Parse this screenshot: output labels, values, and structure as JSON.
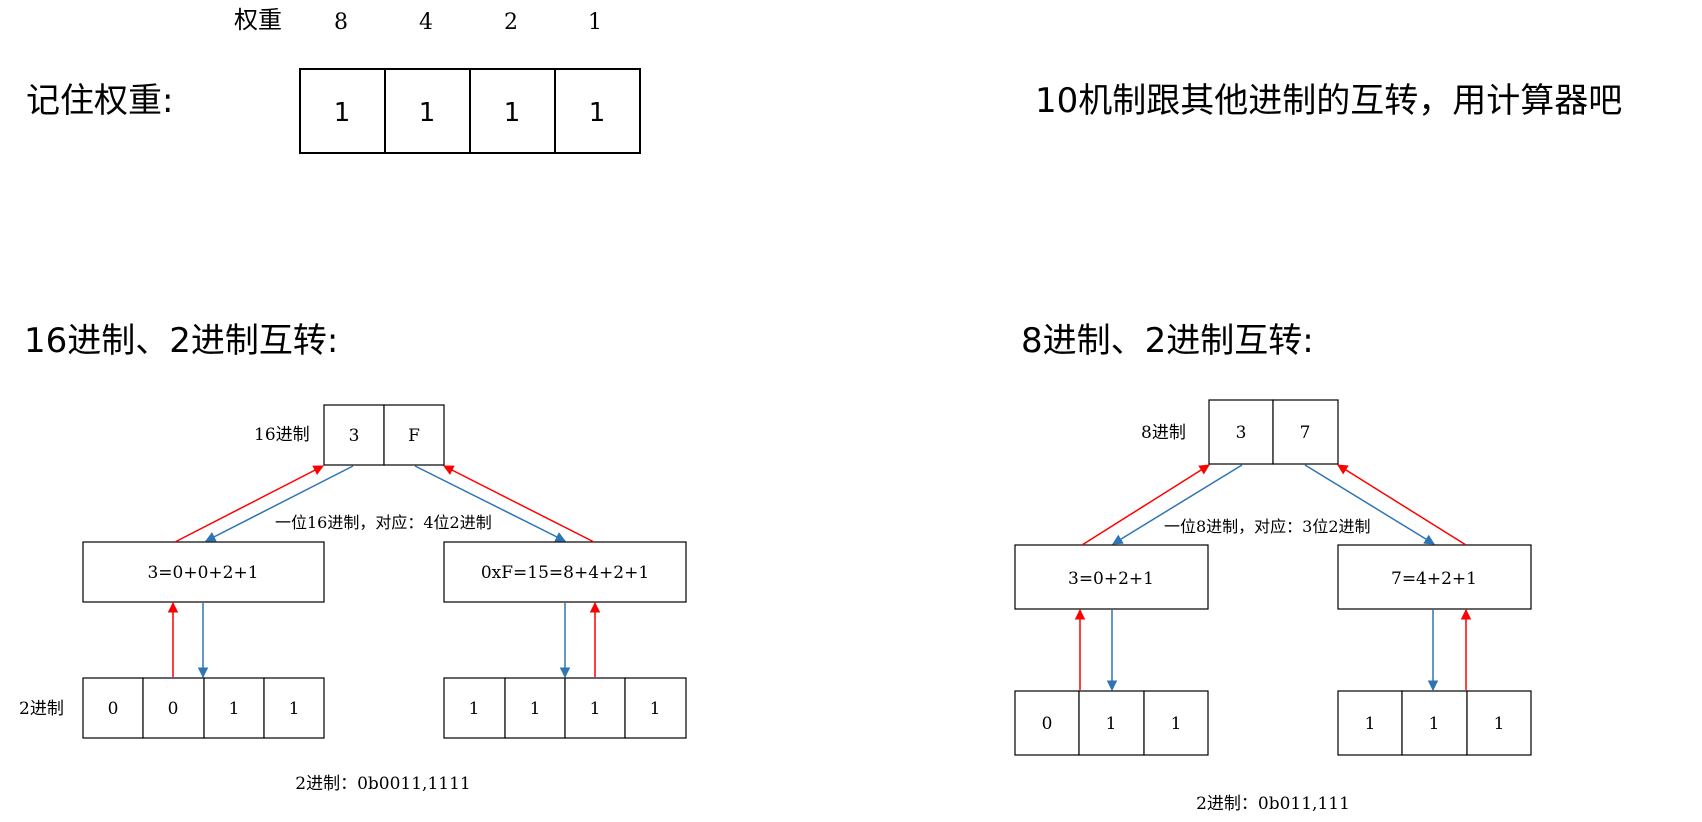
{
  "weights_section": {
    "weight_label": "权重",
    "weights": [
      "8",
      "4",
      "2",
      "1"
    ],
    "title": "记住权重:",
    "cells": [
      "1",
      "1",
      "1",
      "1"
    ]
  },
  "calculator_note": "10机制跟其他进制的互转，用计算器吧",
  "hex_section": {
    "title": "16进制、2进制互转:",
    "top_label": "16进制",
    "top_cells": [
      "3",
      "F"
    ],
    "note": "一位16进制，对应：4位2进制",
    "left_mid": "3=0+0+2+1",
    "right_mid": "0xF=15=8+4+2+1",
    "bin_label": "2进制",
    "left_bits": [
      "0",
      "0",
      "1",
      "1"
    ],
    "right_bits": [
      "1",
      "1",
      "1",
      "1"
    ],
    "result": "2进制：0b0011,1111"
  },
  "oct_section": {
    "title": "8进制、2进制互转:",
    "top_label": "8进制",
    "top_cells": [
      "3",
      "7"
    ],
    "note": "一位8进制，对应：3位2进制",
    "left_mid": "3=0+2+1",
    "right_mid": "7=4+2+1",
    "left_bits": [
      "0",
      "1",
      "1"
    ],
    "right_bits": [
      "1",
      "1",
      "1"
    ],
    "result": "2进制：0b011,111"
  },
  "colors": {
    "up_arrow": "#ff0000",
    "down_arrow": "#2e75b6",
    "stroke": "#000000"
  }
}
